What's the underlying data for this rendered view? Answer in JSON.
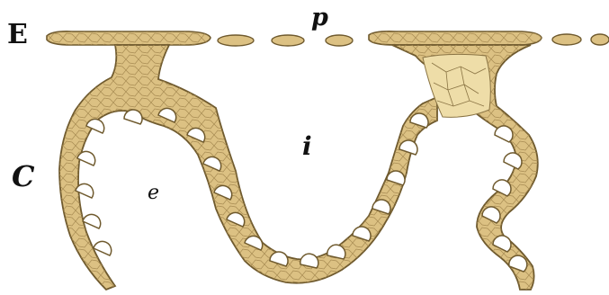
{
  "figure": {
    "labels": {
      "E": "E",
      "p": "p",
      "i": "i",
      "C": "C",
      "e": "e"
    },
    "colors": {
      "tissue_fill": "#dcc183",
      "tissue_stroke": "#6f5a2e",
      "cell_line": "#8a7444",
      "background": "#ffffff",
      "label": "#111111"
    }
  }
}
